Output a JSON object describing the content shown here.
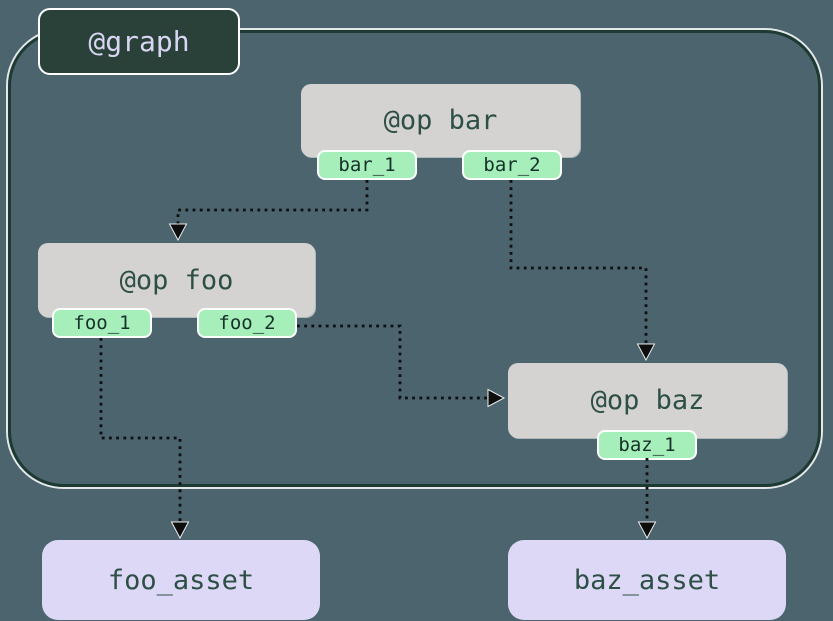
{
  "colors": {
    "background": "#4c646e",
    "graph_border": "#1e3b33",
    "graph_badge_bg": "#294139",
    "graph_badge_text": "#d9d6f3",
    "op_node_bg": "#d5d3d2",
    "op_node_text": "#2d4f46",
    "output_badge_bg": "#a6efba",
    "output_badge_text": "#16302a",
    "asset_bg": "#dcd8f6",
    "asset_text": "#2d4f46",
    "edge": "#0e0e0e"
  },
  "graph": {
    "label": "@graph"
  },
  "ops": [
    {
      "id": "bar",
      "label": "@op bar",
      "outputs": [
        {
          "id": "bar_1",
          "label": "bar_1"
        },
        {
          "id": "bar_2",
          "label": "bar_2"
        }
      ]
    },
    {
      "id": "foo",
      "label": "@op foo",
      "outputs": [
        {
          "id": "foo_1",
          "label": "foo_1"
        },
        {
          "id": "foo_2",
          "label": "foo_2"
        }
      ]
    },
    {
      "id": "baz",
      "label": "@op baz",
      "outputs": [
        {
          "id": "baz_1",
          "label": "baz_1"
        }
      ]
    }
  ],
  "assets": [
    {
      "id": "foo_asset",
      "label": "foo_asset"
    },
    {
      "id": "baz_asset",
      "label": "baz_asset"
    }
  ],
  "edges": [
    {
      "from": "bar_1",
      "to": "@op foo"
    },
    {
      "from": "bar_2",
      "to": "@op baz"
    },
    {
      "from": "foo_2",
      "to": "@op baz"
    },
    {
      "from": "foo_1",
      "to": "foo_asset"
    },
    {
      "from": "baz_1",
      "to": "baz_asset"
    }
  ]
}
